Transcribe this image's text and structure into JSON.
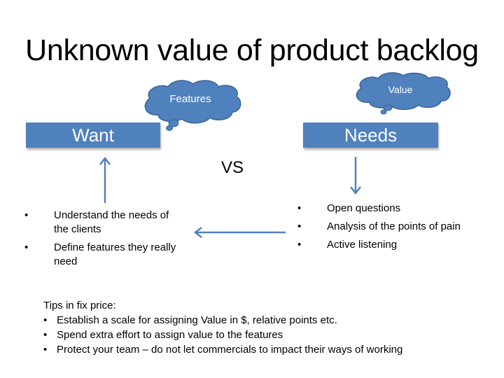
{
  "title": "Unknown value of product backlog",
  "left": {
    "box_label": "Want",
    "cloud_label": "Features",
    "bullets": [
      "Understand the needs of the clients",
      "Define features they really need"
    ]
  },
  "right": {
    "box_label": "Needs",
    "cloud_label": "Value",
    "bullets": [
      "Open questions",
      "Analysis of the points of pain",
      "Active listening"
    ]
  },
  "vs_label": "VS",
  "tips": {
    "heading": "Tips in fix price:",
    "items": [
      "Establish a scale for assigning Value in $, relative points etc.",
      "Spend extra effort to assign value to the features",
      "Protect your team – do not let commercials to impact their ways of working"
    ]
  },
  "bullet_glyph": "•",
  "colors": {
    "accent": "#4f81bd",
    "accent_border": "#3a6596"
  }
}
